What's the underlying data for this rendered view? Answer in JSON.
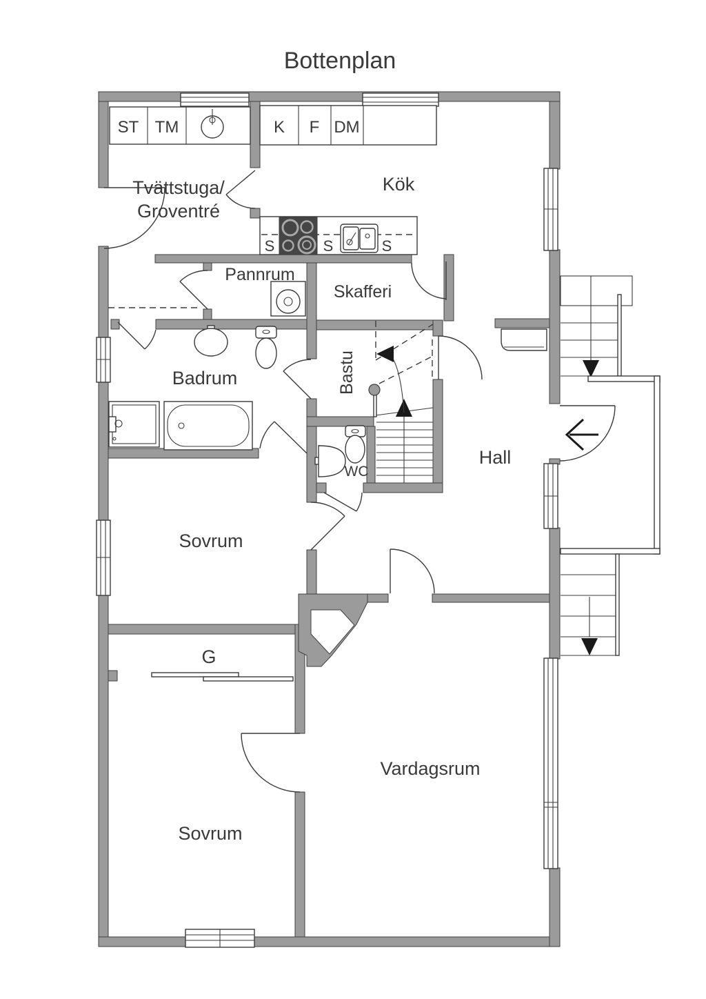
{
  "title": "Bottenplan",
  "colors": {
    "wall_fill": "#9b9b9b",
    "wall_stroke": "#3f3f3f",
    "line": "#3a3a3a",
    "background": "#ffffff",
    "stove_fill": "#454545",
    "arrow": "#1a1a1a"
  },
  "rooms": {
    "laundry": {
      "label_line1": "Tvättstuga/",
      "label_line2": "Groventré"
    },
    "kitchen": {
      "label": "Kök"
    },
    "boiler_room": {
      "label": "Pannrum"
    },
    "pantry": {
      "label": "Skafferi"
    },
    "bathroom": {
      "label": "Badrum"
    },
    "sauna": {
      "label": "Bastu"
    },
    "wc": {
      "label": "WC"
    },
    "hall": {
      "label": "Hall"
    },
    "bedroom_upper": {
      "label": "Sovrum"
    },
    "closet": {
      "label": "G"
    },
    "bedroom_lower": {
      "label": "Sovrum"
    },
    "living_room": {
      "label": "Vardagsrum"
    }
  },
  "appliances": {
    "st": "ST",
    "tm": "TM",
    "k": "K",
    "f": "F",
    "dm": "DM",
    "s_left": "S",
    "s_mid": "S",
    "s_right": "S"
  }
}
